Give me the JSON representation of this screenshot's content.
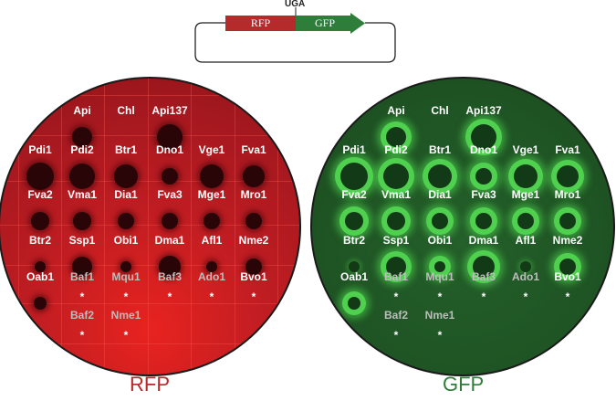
{
  "construct": {
    "stop_codon": "UGA",
    "left_gene": "RFP",
    "right_gene": "GFP",
    "colors": {
      "rfp": "#b52a2a",
      "gfp": "#2e7d3a"
    }
  },
  "plates": [
    {
      "id": "rfp",
      "title": "RFP",
      "title_color": "#b52a2a",
      "background": "#b01c21"
    },
    {
      "id": "gfp",
      "title": "GFP",
      "title_color": "#2e7d3a",
      "background": "#1f5424"
    }
  ],
  "grid": {
    "rows": [
      [
        {
          "name": "Api",
          "neg": false,
          "spot": true
        },
        {
          "name": "Chl",
          "neg": false,
          "spot": false
        },
        {
          "name": "Api137",
          "neg": false,
          "spot": true
        }
      ],
      [
        {
          "name": "Pdi1",
          "neg": false,
          "spot": true
        },
        {
          "name": "Pdi2",
          "neg": false,
          "spot": true
        },
        {
          "name": "Btr1",
          "neg": false,
          "spot": true
        },
        {
          "name": "Dno1",
          "neg": false,
          "spot": true
        },
        {
          "name": "Vge1",
          "neg": false,
          "spot": true
        },
        {
          "name": "Fva1",
          "neg": false,
          "spot": true
        }
      ],
      [
        {
          "name": "Fva2",
          "neg": false,
          "spot": true
        },
        {
          "name": "Vma1",
          "neg": false,
          "spot": true
        },
        {
          "name": "Dia1",
          "neg": false,
          "spot": true
        },
        {
          "name": "Fva3",
          "neg": false,
          "spot": true
        },
        {
          "name": "Mge1",
          "neg": false,
          "spot": true
        },
        {
          "name": "Mro1",
          "neg": false,
          "spot": true
        }
      ],
      [
        {
          "name": "Btr2",
          "neg": false,
          "spot": true
        },
        {
          "name": "Ssp1",
          "neg": false,
          "spot": true
        },
        {
          "name": "Obi1",
          "neg": false,
          "spot": true
        },
        {
          "name": "Dma1",
          "neg": false,
          "spot": true
        },
        {
          "name": "Afl1",
          "neg": false,
          "spot": true
        },
        {
          "name": "Nme2",
          "neg": false,
          "spot": true
        }
      ],
      [
        {
          "name": "Oab1",
          "neg": false,
          "spot": true
        },
        {
          "name": "Baf1",
          "neg": true,
          "spot": false,
          "star": "*"
        },
        {
          "name": "Mqu1",
          "neg": true,
          "spot": false,
          "star": "*"
        },
        {
          "name": "Baf3",
          "neg": true,
          "spot": false,
          "star": "*"
        },
        {
          "name": "Ado1",
          "neg": true,
          "spot": false,
          "star": "*"
        },
        {
          "name": "Bvo1",
          "neg": false,
          "spot": false,
          "star": "*"
        }
      ],
      [
        {
          "name": "Baf2",
          "neg": true,
          "spot": false,
          "star": "*"
        },
        {
          "name": "Nme1",
          "neg": true,
          "spot": false,
          "star": "*"
        }
      ]
    ]
  }
}
